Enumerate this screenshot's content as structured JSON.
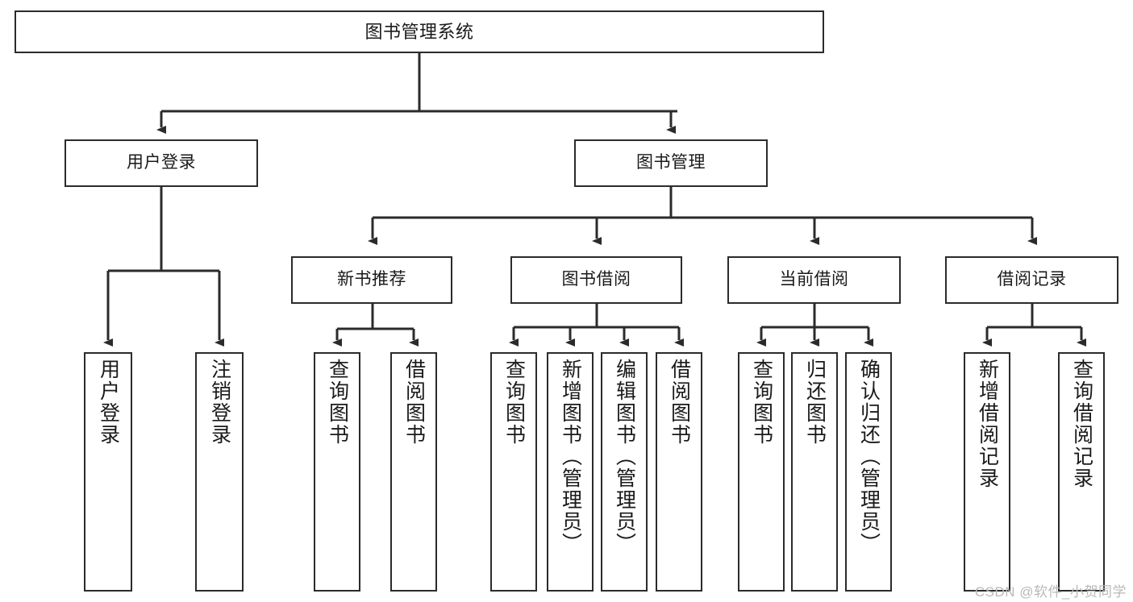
{
  "diagram": {
    "title": "图书管理系统",
    "type": "tree",
    "watermark": "CSDN @软件_小贺同学",
    "colors": {
      "stroke": "#2b2b2b",
      "fill": "#ffffff",
      "text": "#1a1a1a",
      "watermark": "#b9b9b9"
    },
    "nodes": {
      "root": {
        "label": "图书管理系统"
      },
      "level1": [
        {
          "id": "user-login",
          "label": "用户登录"
        },
        {
          "id": "book-manage",
          "label": "图书管理"
        }
      ],
      "level2": [
        {
          "id": "new-book-recommend",
          "label": "新书推荐"
        },
        {
          "id": "book-borrow",
          "label": "图书借阅"
        },
        {
          "id": "current-borrow",
          "label": "当前借阅"
        },
        {
          "id": "borrow-record",
          "label": "借阅记录"
        }
      ],
      "leaves": {
        "user_login": [
          {
            "id": "leaf-user-login",
            "label": "用户登录"
          },
          {
            "id": "leaf-logout-login",
            "label": "注销登录"
          }
        ],
        "new_book_recommend": [
          {
            "id": "leaf-query-book-1",
            "label": "查询图书"
          },
          {
            "id": "leaf-borrow-book-1",
            "label": "借阅图书"
          }
        ],
        "book_borrow": [
          {
            "id": "leaf-query-book-2",
            "label": "查询图书"
          },
          {
            "id": "leaf-add-book",
            "label": "新增图书（管理员）"
          },
          {
            "id": "leaf-edit-book",
            "label": "编辑图书（管理员）"
          },
          {
            "id": "leaf-borrow-book-2",
            "label": "借阅图书"
          }
        ],
        "current_borrow": [
          {
            "id": "leaf-query-book-3",
            "label": "查询图书"
          },
          {
            "id": "leaf-return-book",
            "label": "归还图书"
          },
          {
            "id": "leaf-confirm-return",
            "label": "确认归还（管理员）"
          }
        ],
        "borrow_record": [
          {
            "id": "leaf-add-record",
            "label": "新增借阅记录"
          },
          {
            "id": "leaf-query-record",
            "label": "查询借阅记录"
          }
        ]
      }
    }
  }
}
